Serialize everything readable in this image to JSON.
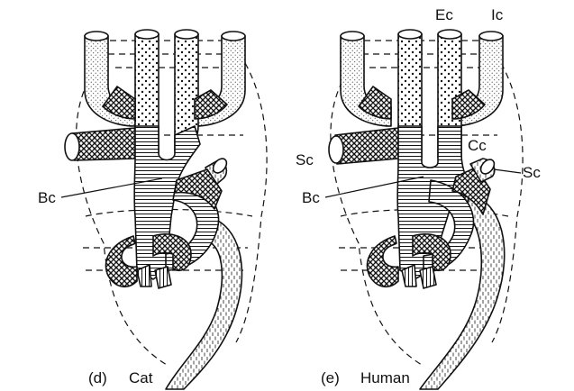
{
  "panels": [
    {
      "caption_letter": "(d)",
      "caption_name": "Cat",
      "labels": {
        "bc": "Bc"
      }
    },
    {
      "caption_letter": "(e)",
      "caption_name": "Human",
      "labels": {
        "ec": "Ec",
        "ic": "Ic",
        "sc_left": "Sc",
        "cc": "Cc",
        "sc_right": "Sc",
        "bc": "Bc"
      }
    }
  ]
}
